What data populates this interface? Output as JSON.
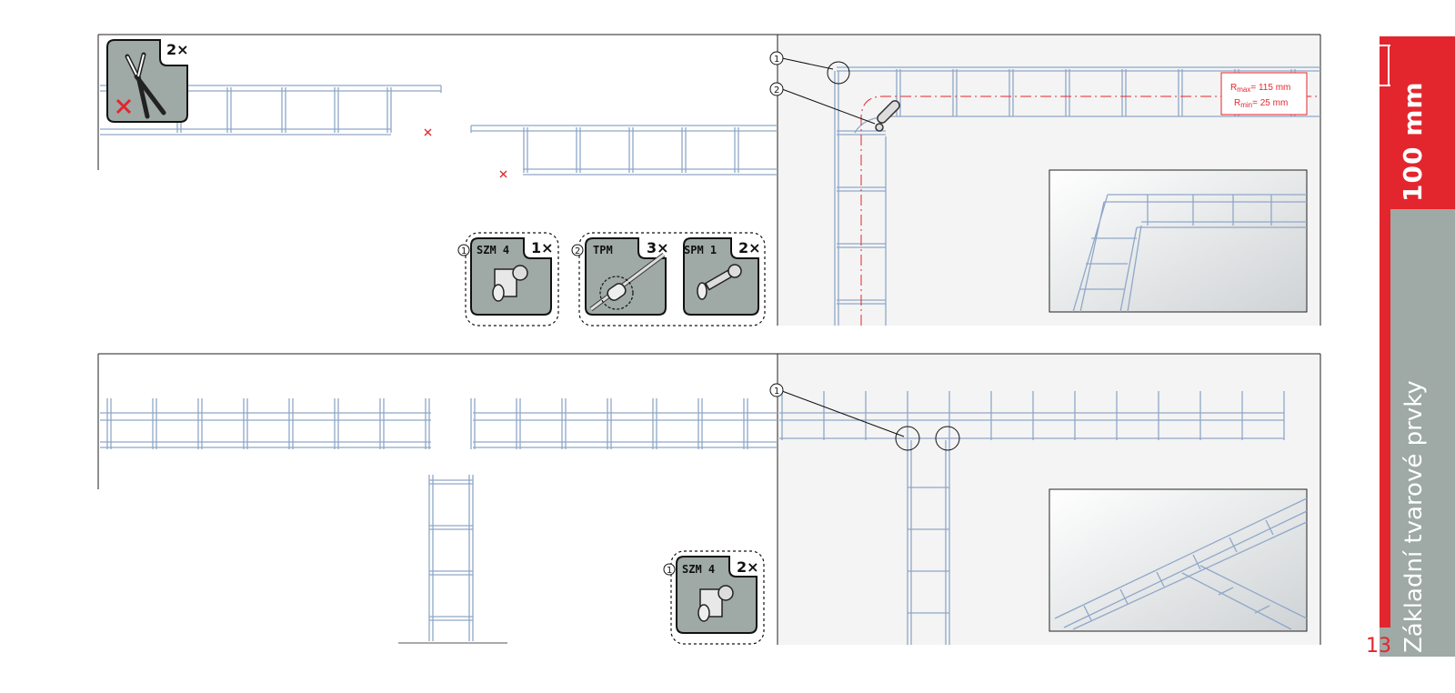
{
  "tools": {
    "cutter_count": "2×"
  },
  "kits": {
    "top_kit1": {
      "callout": "1",
      "label": "SZM 4",
      "count": "1×"
    },
    "top_kit2": {
      "callout": "2",
      "label": "TPM",
      "count": "3×"
    },
    "top_kit3": {
      "label": "SPM 1",
      "count": "2×"
    },
    "bottom_kit": {
      "callout": "1",
      "label": "SZM 4",
      "count": "2×"
    }
  },
  "callouts": {
    "top_1": "1",
    "top_2": "2",
    "bottom_1": "1"
  },
  "radius": {
    "max_prefix": "R",
    "max_sub": "max",
    "max_value": "= 115 mm",
    "min_prefix": "R",
    "min_sub": "min",
    "min_value": "= 25 mm"
  },
  "side_tab": {
    "size": "100 mm",
    "section": "Základní tvarové prvky"
  },
  "page_number": "13",
  "colors": {
    "accent_red": "#e3262d",
    "tab_gray": "#9fa9a6",
    "wire_blue": "#8fa7c8",
    "kit_gray": "#9fa9a6"
  }
}
